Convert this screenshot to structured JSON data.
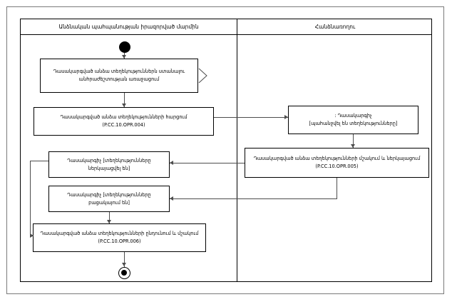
{
  "diagram": {
    "type": "uml-activity-diagram",
    "lanes": [
      {
        "id": "lane-left",
        "title": "Անձնական պահպանության իրազորված մարմին"
      },
      {
        "id": "lane-right",
        "title": "Հանձնառողու"
      }
    ],
    "nodes": [
      {
        "id": "initial",
        "kind": "initial-node",
        "lane": "lane-left",
        "label": ""
      },
      {
        "id": "activity-1",
        "kind": "activity",
        "lane": "lane-left",
        "text_line_1": "Դասակարգված անձա տեղեկություններն ստանալու",
        "text_line_2": "անհրաժեշտության առաջացում",
        "code": ""
      },
      {
        "id": "activity-2",
        "kind": "activity",
        "lane": "lane-left",
        "text_line_1": "Դասակարգված անձա տեղեկությունների հարցում",
        "text_line_2": "",
        "code": "(P.CC.10.OPR.004)"
      },
      {
        "id": "state-right-1",
        "kind": "object-state",
        "lane": "lane-right",
        "text_line_1": ": Դասակարգիչ",
        "text_line_2": "[պահանջվել են տեղեկությունները]",
        "code": ""
      },
      {
        "id": "activity-3",
        "kind": "activity",
        "lane": "lane-right",
        "text_line_1": "Դասակարգված անձա տեղեկությունների մշակում և ներկայացում",
        "text_line_2": "",
        "code": "(P.CC.10.OPR.005)"
      },
      {
        "id": "state-left-1",
        "kind": "object-state",
        "lane": "lane-left",
        "text_line_1": "Դասակարգիչ [տեղեկությունները",
        "text_line_2": "ներկայացվել են]",
        "code": ""
      },
      {
        "id": "state-left-2",
        "kind": "object-state",
        "lane": "lane-left",
        "text_line_1": "Դասակարգիչ [տեղեկությունները",
        "text_line_2": "բացակայում են]",
        "code": ""
      },
      {
        "id": "activity-4",
        "kind": "activity",
        "lane": "lane-left",
        "text_line_1": "Դասակարգված անձա տեղեկությունների ընդունում և մշակում",
        "text_line_2": "",
        "code": "(P.CC.10.OPR.006)"
      },
      {
        "id": "final",
        "kind": "final-node",
        "lane": "lane-left",
        "label": ""
      }
    ],
    "colors": {
      "stroke": "#000000",
      "connector": "#4d4d4d",
      "frame": "#7a7a7a",
      "background": "#ffffff"
    }
  }
}
